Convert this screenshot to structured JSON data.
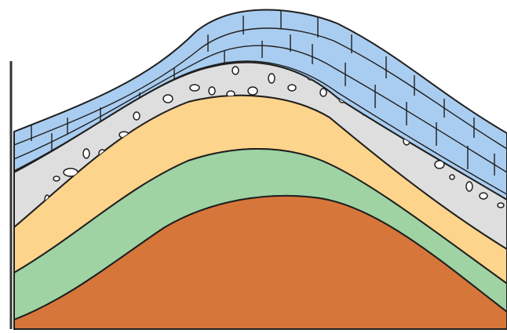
{
  "diagram": {
    "type": "anticline-cross-section",
    "colors": {
      "background": "#ffffff",
      "outline": "#1f1f1f",
      "left_axis": "#333333"
    },
    "layers": [
      {
        "name": "limestone-bricks",
        "color": "#a9cdf0",
        "pattern": "brick"
      },
      {
        "name": "conglomerate",
        "color": "#dedede",
        "pattern": "pebbles"
      },
      {
        "name": "sandstone",
        "color": "#fdd48b",
        "pattern": "none"
      },
      {
        "name": "shale",
        "color": "#9fd3a4",
        "pattern": "none"
      },
      {
        "name": "core",
        "color": "#d7763b",
        "pattern": "none"
      }
    ]
  }
}
